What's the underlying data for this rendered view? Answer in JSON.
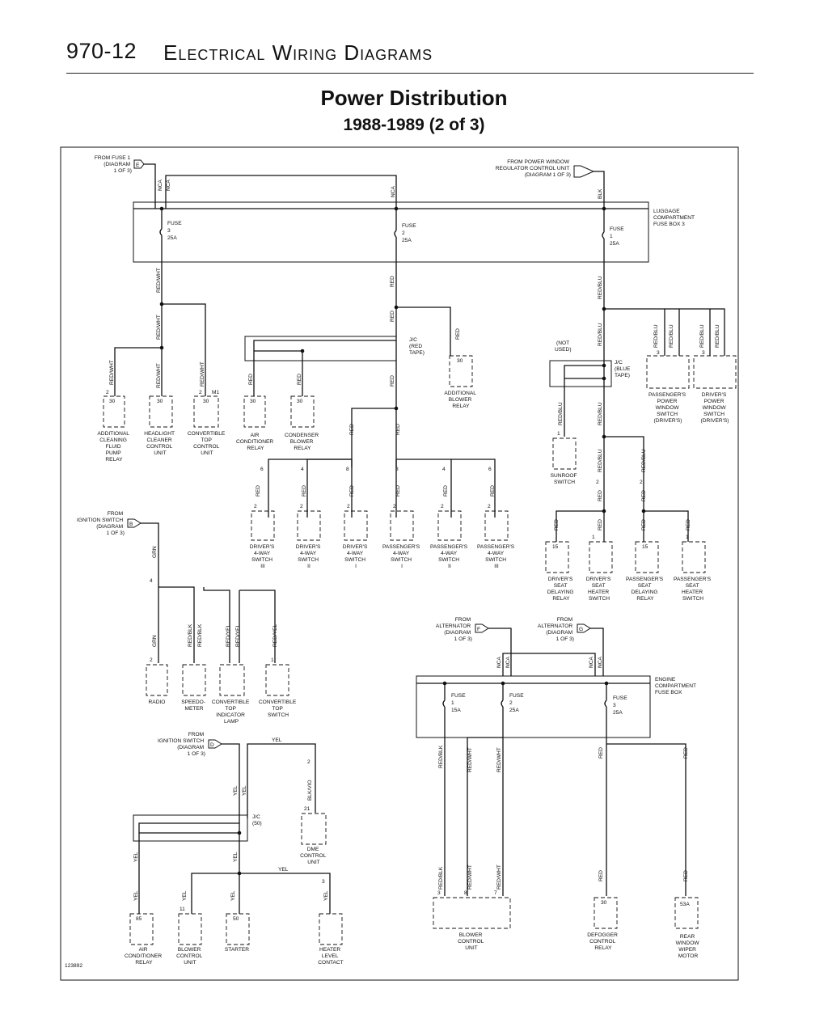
{
  "header": {
    "page_number": "970-12",
    "section": "Electrical Wiring Diagrams"
  },
  "title": "Power Distribution",
  "subtitle": "1988-1989 (2 of 3)",
  "figure_id": "123892",
  "sources": {
    "fuse1": [
      "FROM FUSE 1",
      "(DIAGRAM",
      "1 OF 3)"
    ],
    "fuse1_conn": "E",
    "power_window": [
      "FROM POWER WINDOW",
      "REGULATOR CONTROL UNIT",
      "(DIAGRAM 1 OF 3)"
    ],
    "ign1": [
      "FROM",
      "IGNITION SWITCH",
      "(DIAGRAM",
      "1 OF 3)"
    ],
    "ign1_conn": "B",
    "ign2": [
      "FROM",
      "IGNITION SWITCH",
      "(DIAGRAM",
      "1 OF 3)"
    ],
    "ign2_conn": "D",
    "alt1": [
      "FROM",
      "ALTERNATOR",
      "(DIAGRAM",
      "1 OF 3)"
    ],
    "alt1_conn": "F",
    "alt2": [
      "FROM",
      "ALTERNATOR",
      "(DIAGRAM",
      "1 OF 3)"
    ],
    "alt2_conn": "G"
  },
  "fuse_boxes": {
    "luggage": [
      "LUGGAGE",
      "COMPARTMENT",
      "FUSE BOX 3"
    ],
    "engine": [
      "ENGINE",
      "COMPARTMENT",
      "FUSE BOX"
    ]
  },
  "fuses": {
    "f3": {
      "name": "FUSE",
      "num": "3",
      "amp": "25A"
    },
    "f2": {
      "name": "FUSE",
      "num": "2",
      "amp": "25A"
    },
    "f1": {
      "name": "FUSE",
      "num": "1",
      "amp": "25A"
    },
    "e1": {
      "name": "FUSE",
      "num": "1",
      "amp": "15A"
    },
    "e2": {
      "name": "FUSE",
      "num": "2",
      "amp": "25A"
    },
    "e3": {
      "name": "FUSE",
      "num": "3",
      "amp": "25A"
    }
  },
  "junctions": {
    "jc_red": [
      "J/C",
      "(RED",
      "TAPE)"
    ],
    "jc_blue": [
      "J/C",
      "(BLUE",
      "TAPE)"
    ],
    "jc_50": [
      "J/C",
      "(50)"
    ],
    "not_used": [
      "(NOT",
      "USED)"
    ]
  },
  "wire_colors": {
    "nca": "NCA",
    "blk": "BLK",
    "red": "RED",
    "red_wht": "RED/WHT",
    "red_blu": "RED/BLU",
    "red_blk": "RED/BLK",
    "red_yel": "RED/YEL",
    "grn": "GRN",
    "yel": "YEL",
    "blk_vio": "BLK/VIO"
  },
  "components": {
    "add_clean": [
      "ADDITIONAL",
      "CLEANING",
      "FLUID",
      "PUMP",
      "RELAY"
    ],
    "headlight": [
      "HEADLIGHT",
      "CLEANER",
      "CONTROL",
      "UNIT"
    ],
    "conv_top": [
      "CONVERTIBLE",
      "TOP",
      "CONTROL",
      "UNIT"
    ],
    "air_cond_relay": [
      "AIR",
      "CONDITIONER",
      "RELAY"
    ],
    "cond_blower": [
      "CONDENSER",
      "BLOWER",
      "RELAY"
    ],
    "add_blower": [
      "ADDITIONAL",
      "BLOWER",
      "RELAY"
    ],
    "drv3": [
      "DRIVER'S",
      "4-WAY",
      "SWITCH",
      "III"
    ],
    "drv2": [
      "DRIVER'S",
      "4-WAY",
      "SWITCH",
      "II"
    ],
    "drv1": [
      "DRIVER'S",
      "4-WAY",
      "SWITCH",
      "I"
    ],
    "pas1": [
      "PASSENGER'S",
      "4-WAY",
      "SWITCH",
      "I"
    ],
    "pas2": [
      "PASSENGER'S",
      "4-WAY",
      "SWITCH",
      "II"
    ],
    "pas3": [
      "PASSENGER'S",
      "4-WAY",
      "SWITCH",
      "III"
    ],
    "sunroof": [
      "SUNROOF",
      "SWITCH"
    ],
    "pas_pw": [
      "PASSENGER'S",
      "POWER",
      "WINDOW",
      "SWITCH",
      "(DRIVER'S)"
    ],
    "drv_pw": [
      "DRIVER'S",
      "POWER",
      "WINDOW",
      "SWITCH",
      "(DRIVER'S)"
    ],
    "drv_seat_relay": [
      "DRIVER'S",
      "SEAT",
      "DELAYING",
      "RELAY"
    ],
    "drv_heater": [
      "DRIVER'S",
      "SEAT",
      "HEATER",
      "SWITCH"
    ],
    "pas_seat_relay": [
      "PASSENGER'S",
      "SEAT",
      "DELAYING",
      "RELAY"
    ],
    "pas_heater": [
      "PASSENGER'S",
      "SEAT",
      "HEATER",
      "SWITCH"
    ],
    "radio": [
      "RADIO"
    ],
    "speedo": [
      "SPEEDO-",
      "METER"
    ],
    "conv_ind": [
      "CONVERTIBLE",
      "TOP",
      "INDICATOR",
      "LAMP"
    ],
    "conv_sw": [
      "CONVERTIBLE",
      "TOP",
      "SWITCH"
    ],
    "dme": [
      "DME",
      "CONTROL",
      "UNIT"
    ],
    "ac_relay2": [
      "AIR",
      "CONDITIONER",
      "RELAY"
    ],
    "blower_ctrl": [
      "BLOWER",
      "CONTROL",
      "UNIT"
    ],
    "starter": [
      "STARTER"
    ],
    "heater_level": [
      "HEATER",
      "LEVEL",
      "CONTACT"
    ],
    "blower_unit": [
      "BLOWER",
      "CONTROL",
      "UNIT"
    ],
    "defogger": [
      "DEFOGGER",
      "CONTROL",
      "RELAY"
    ],
    "rear_wiper": [
      "REAR",
      "WINDOW",
      "WIPER",
      "MOTOR"
    ]
  },
  "pins": {
    "p30": "30",
    "p2": "2",
    "p1": "1",
    "p3": "3",
    "p4": "4",
    "p6": "6",
    "p7": "7",
    "p8": "8",
    "p11": "11",
    "p15": "15",
    "p21": "21",
    "p50": "50",
    "p85": "85",
    "p53a": "53A",
    "m1": "M1"
  }
}
